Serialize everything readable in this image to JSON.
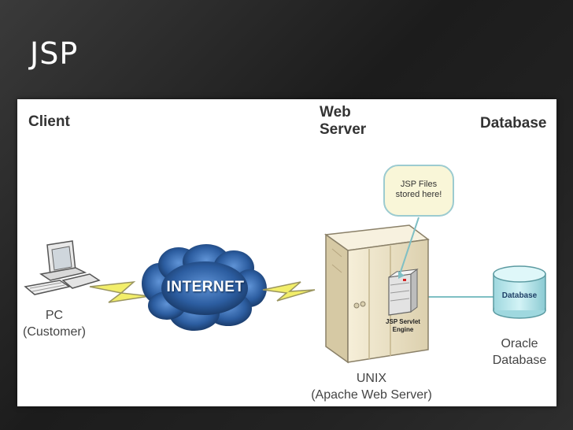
{
  "slide": {
    "title": "JSP"
  },
  "diagram": {
    "headers": {
      "client": "Client",
      "web_server": "Web\nServer",
      "database": "Database"
    },
    "client": {
      "label_line1": "PC",
      "label_line2": "(Customer)"
    },
    "internet": {
      "label": "INTERNET"
    },
    "callout": {
      "line1": "JSP Files",
      "line2": "stored here!"
    },
    "servlet_engine": {
      "line1": "JSP Servlet",
      "line2": "Engine"
    },
    "server": {
      "label_line1": "UNIX",
      "label_line2": "(Apache Web Server)"
    },
    "db_cylinder": {
      "label": "Database"
    },
    "db": {
      "label_line1": "Oracle",
      "label_line2": "Database"
    },
    "colors": {
      "cloud": "#1f4e8c",
      "lightning": "#f2ee6a",
      "server_body": "#efe6cc",
      "cylinder": "#bfe9ee",
      "callout": "#f9f6d8"
    }
  }
}
